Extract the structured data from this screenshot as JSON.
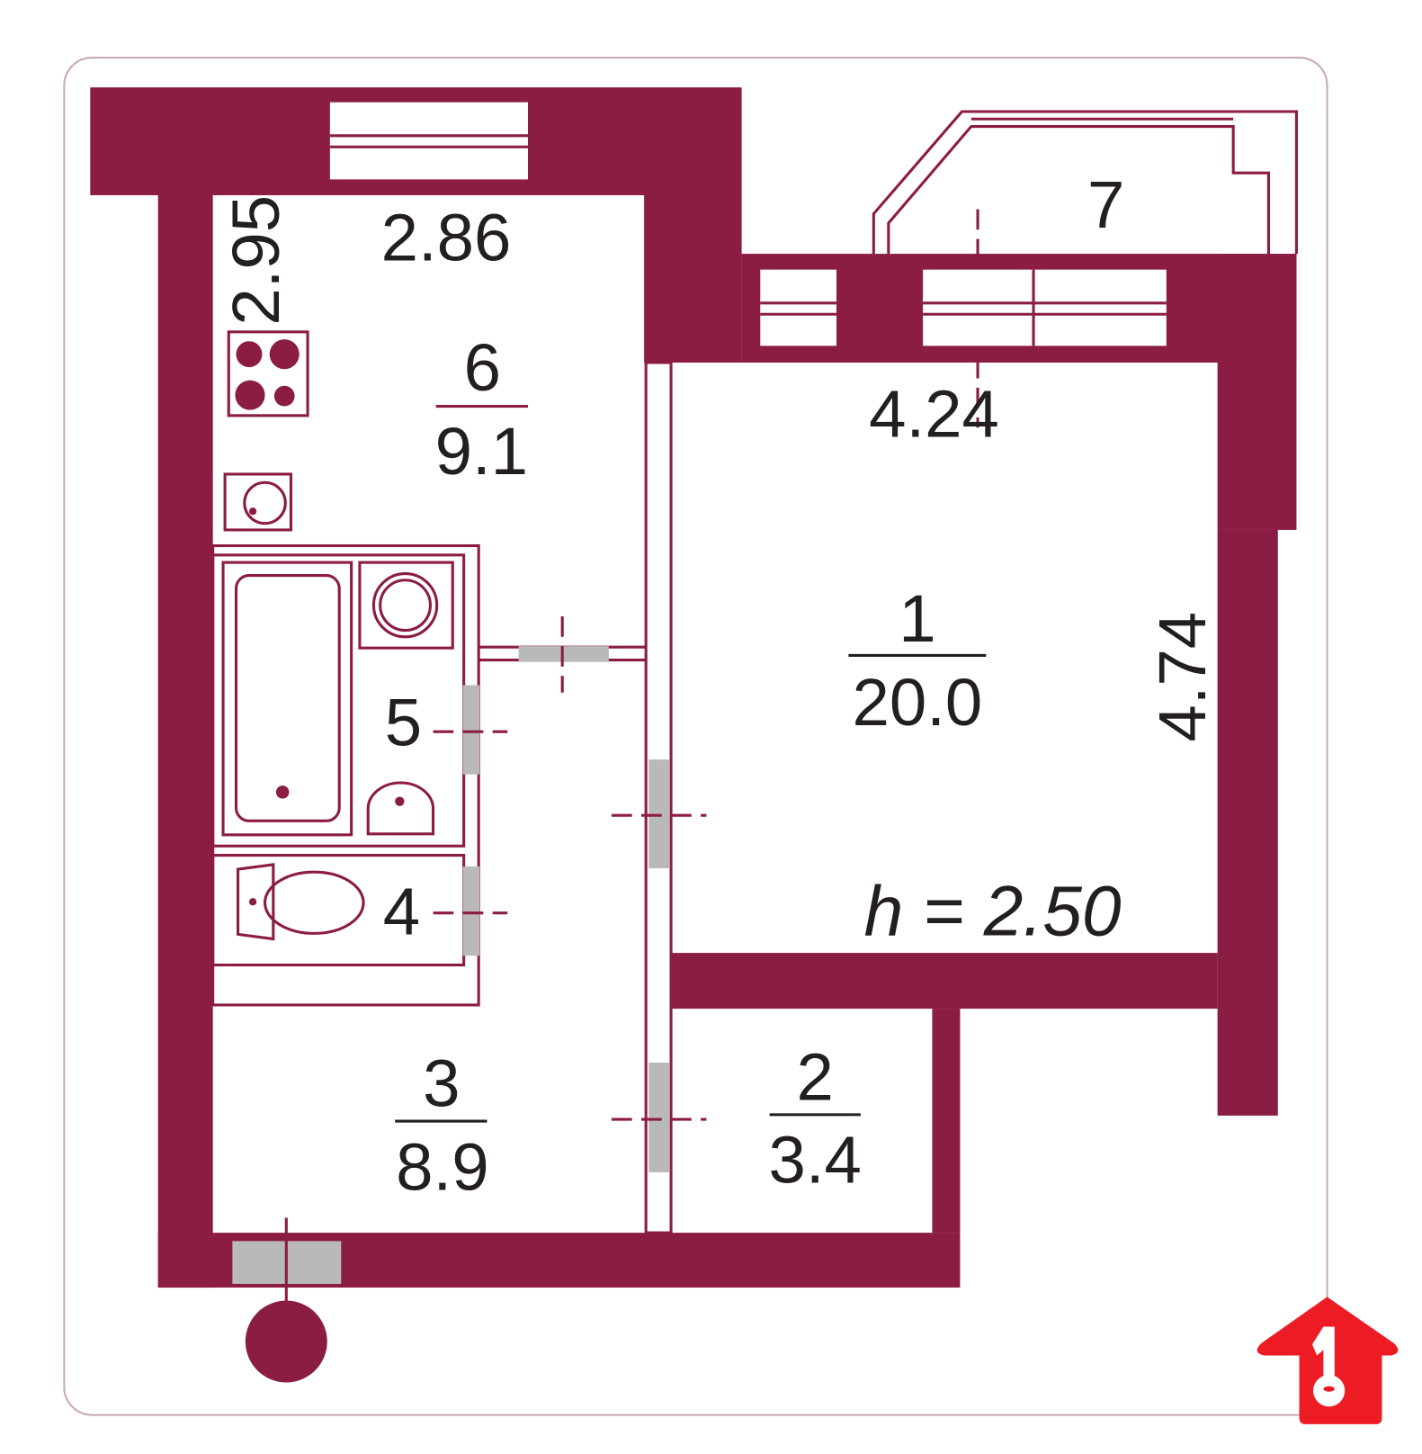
{
  "plan": {
    "rooms": [
      {
        "number": "1",
        "area": "20.0"
      },
      {
        "number": "2",
        "area": "3.4"
      },
      {
        "number": "3",
        "area": "8.9"
      },
      {
        "number": "4"
      },
      {
        "number": "5"
      },
      {
        "number": "6",
        "area": "9.1"
      },
      {
        "number": "7"
      }
    ],
    "dimensions": {
      "kitchen_width": "2.86",
      "kitchen_depth": "2.95",
      "room_width": "4.24",
      "room_depth": "4.74"
    },
    "ceiling_height": "h = 2.50"
  },
  "colors": {
    "wall": "#8b1c44",
    "door": "#b9b9b9",
    "logo": "#ed1c24"
  },
  "logo": {
    "icon": "house-key-icon",
    "text": "1"
  }
}
